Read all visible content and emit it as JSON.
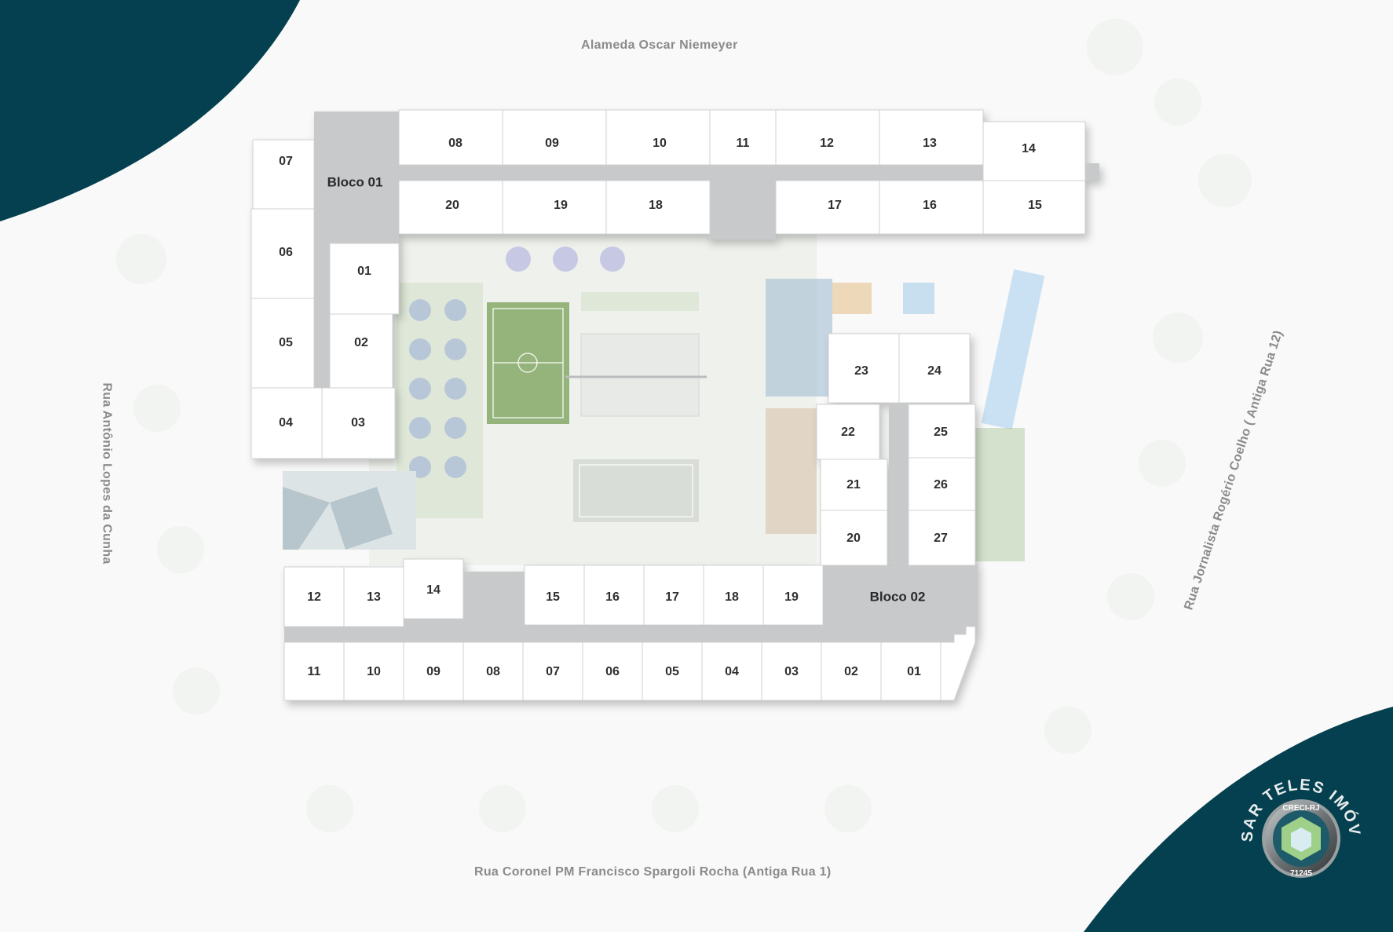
{
  "streets": {
    "north": "Alameda Oscar Niemeyer",
    "south": "Rua Coronel PM Francisco Spargoli Rocha (Antiga Rua 1)",
    "west": "Rua Antônio Lopes da Cunha",
    "east": "Rua Jornalista Rogério Coelho ( Antiga Rua 12)"
  },
  "blocks": {
    "bloco01": {
      "label": "Bloco 01",
      "units": [
        "01",
        "02",
        "03",
        "04",
        "05",
        "06",
        "07",
        "08",
        "09",
        "10",
        "11",
        "12",
        "13",
        "14",
        "15",
        "16",
        "17",
        "18",
        "19",
        "20"
      ]
    },
    "bloco02": {
      "label": "Bloco 02",
      "units": [
        "01",
        "02",
        "03",
        "04",
        "05",
        "06",
        "07",
        "08",
        "09",
        "10",
        "11",
        "12",
        "13",
        "14",
        "15",
        "16",
        "17",
        "18",
        "19",
        "20",
        "21",
        "22",
        "23",
        "24",
        "25",
        "26",
        "27"
      ]
    }
  },
  "seal": {
    "brand": "CESAR TELES IMÓVEIS",
    "registry": "CRECI-RJ",
    "number": "71245"
  },
  "colors": {
    "corner": "#04404f",
    "unit_fill": "#ffffff",
    "unit_stroke": "#cfcfcf",
    "corridor": "#c8c9cb",
    "lawn": "#6f9a4b",
    "court": "#d9ddd7"
  }
}
